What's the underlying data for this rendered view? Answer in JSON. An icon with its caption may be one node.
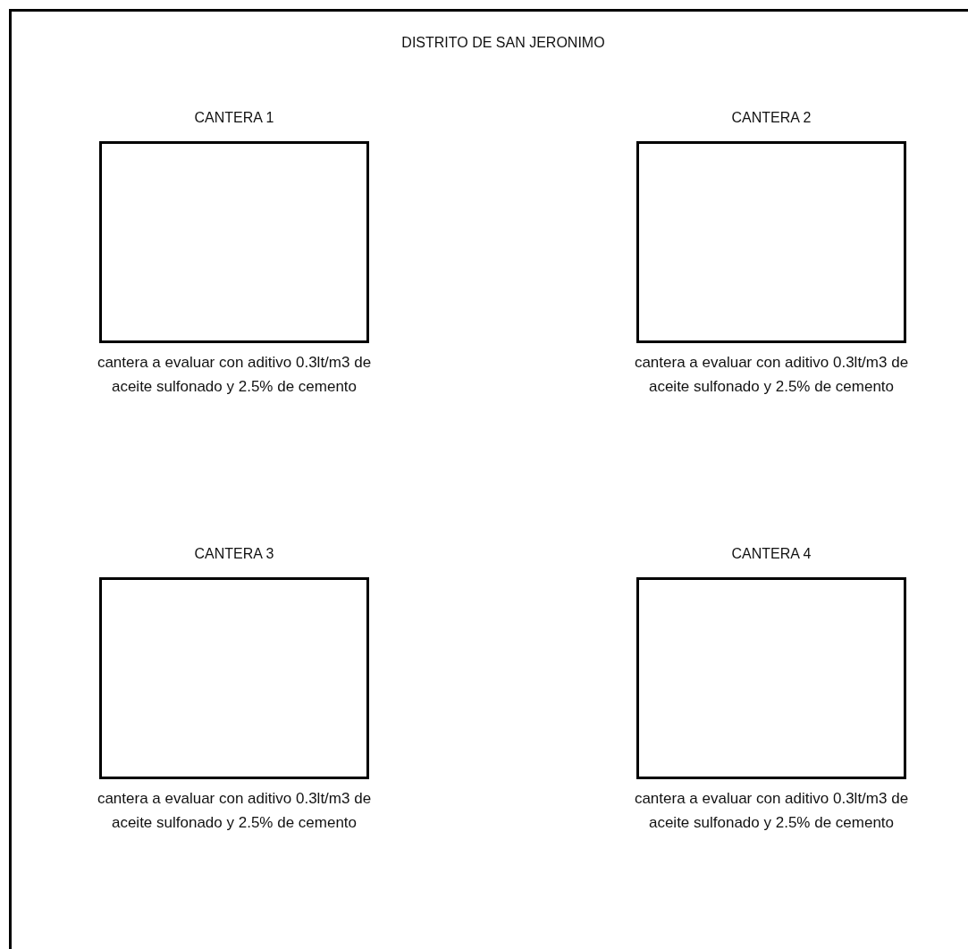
{
  "diagram": {
    "nodes": [
      {
        "text": [
          "DISTRITO DE SAN JERONIMO"
        ]
      },
      {
        "text": [
          "CANTERA 1"
        ],
        "in": 0,
        "beside": [
          "cantera a evaluar con aditivo 0.3lt/m3 de aceite sulfonado y 2.5% de cemento"
        ]
      },
      {
        "text": [
          "CANTERA 2"
        ],
        "in": 0,
        "beside": [
          "cantera a evaluar con aditivo 0.3lt/m3 de aceite sulfonado y 2.5% de cemento"
        ]
      },
      {
        "text": [
          "CANTERA 3"
        ],
        "in": 0,
        "beside": [
          "cantera a evaluar con aditivo 0.3lt/m3 de aceite sulfonado y 2.5% de cemento"
        ]
      },
      {
        "text": [
          "CANTERA 4"
        ],
        "in": 0,
        "beside": [
          "cantera a evaluar con aditivo 0.3lt/m3 de aceite sulfonado y 2.5% de cemento"
        ]
      }
    ],
    "edges": []
  }
}
